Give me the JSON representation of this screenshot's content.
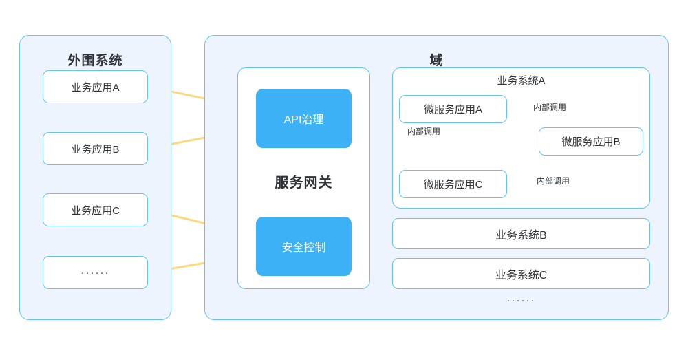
{
  "diagram": {
    "peripheral": {
      "title": "外围系统",
      "apps": [
        {
          "label": "业务应用A"
        },
        {
          "label": "业务应用B"
        },
        {
          "label": "业务应用C"
        },
        {
          "label": "······"
        }
      ]
    },
    "domain": {
      "title": "域",
      "gateway": {
        "label": "服务网关",
        "modules": [
          {
            "label": "API治理"
          },
          {
            "label": "安全控制"
          }
        ]
      },
      "business_system_a": {
        "title": "业务系统A",
        "microservices": [
          {
            "label": "微服务应用A"
          },
          {
            "label": "微服务应用B"
          },
          {
            "label": "微服务应用C"
          }
        ]
      },
      "other_systems": [
        {
          "label": "业务系统B"
        },
        {
          "label": "业务系统C"
        }
      ],
      "more": "······"
    },
    "edge_labels": {
      "a_to_b": "内部调用",
      "a_to_c": "内部调用",
      "c_to_b": "内部调用"
    },
    "colors": {
      "panel_fill": "#eef4fd",
      "panel_border": "#63c3f7",
      "accent_blue": "#3cb1f5",
      "arrow_yellow": "#fad97f",
      "text_dark": "#2f3236",
      "card_fill": "#ffffff"
    }
  }
}
